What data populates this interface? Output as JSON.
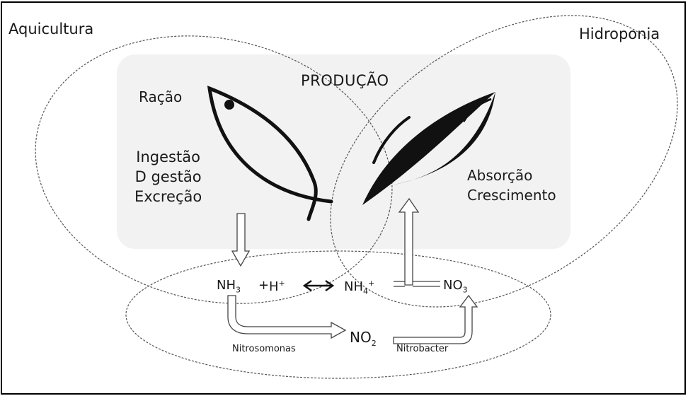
{
  "labels": {
    "aquicultura": "Aquicultura",
    "hidroponia": "Hidroponia",
    "producao": "PRODUÇÃO",
    "racao": "Ração",
    "ingestao": "Ingestão",
    "digestao": "D gestão",
    "excrecao": "Excreção",
    "absorcao": "Absorção",
    "crescimento": "Crescimento"
  },
  "chemistry": {
    "nh3_base": "NH",
    "nh3_sub": "3",
    "plus": "+",
    "h_base": "H",
    "h_sup": "+",
    "nh4_base": "NH",
    "nh4_sub": "4",
    "nh4_sup": "+",
    "no3_base": "NO",
    "no3_sub": "3",
    "no2_base": "NO",
    "no2_sub": "2"
  },
  "bacteria": {
    "nitrosomonas": "Nitrosomonas",
    "nitrobacter": "Nitrobacter"
  },
  "colors": {
    "border": "#000000",
    "production_area": "#f2f2f2",
    "outline": "#555555",
    "ink": "#1a1a1a"
  },
  "icons": [
    "fish-icon",
    "plant-leaves-icon"
  ]
}
